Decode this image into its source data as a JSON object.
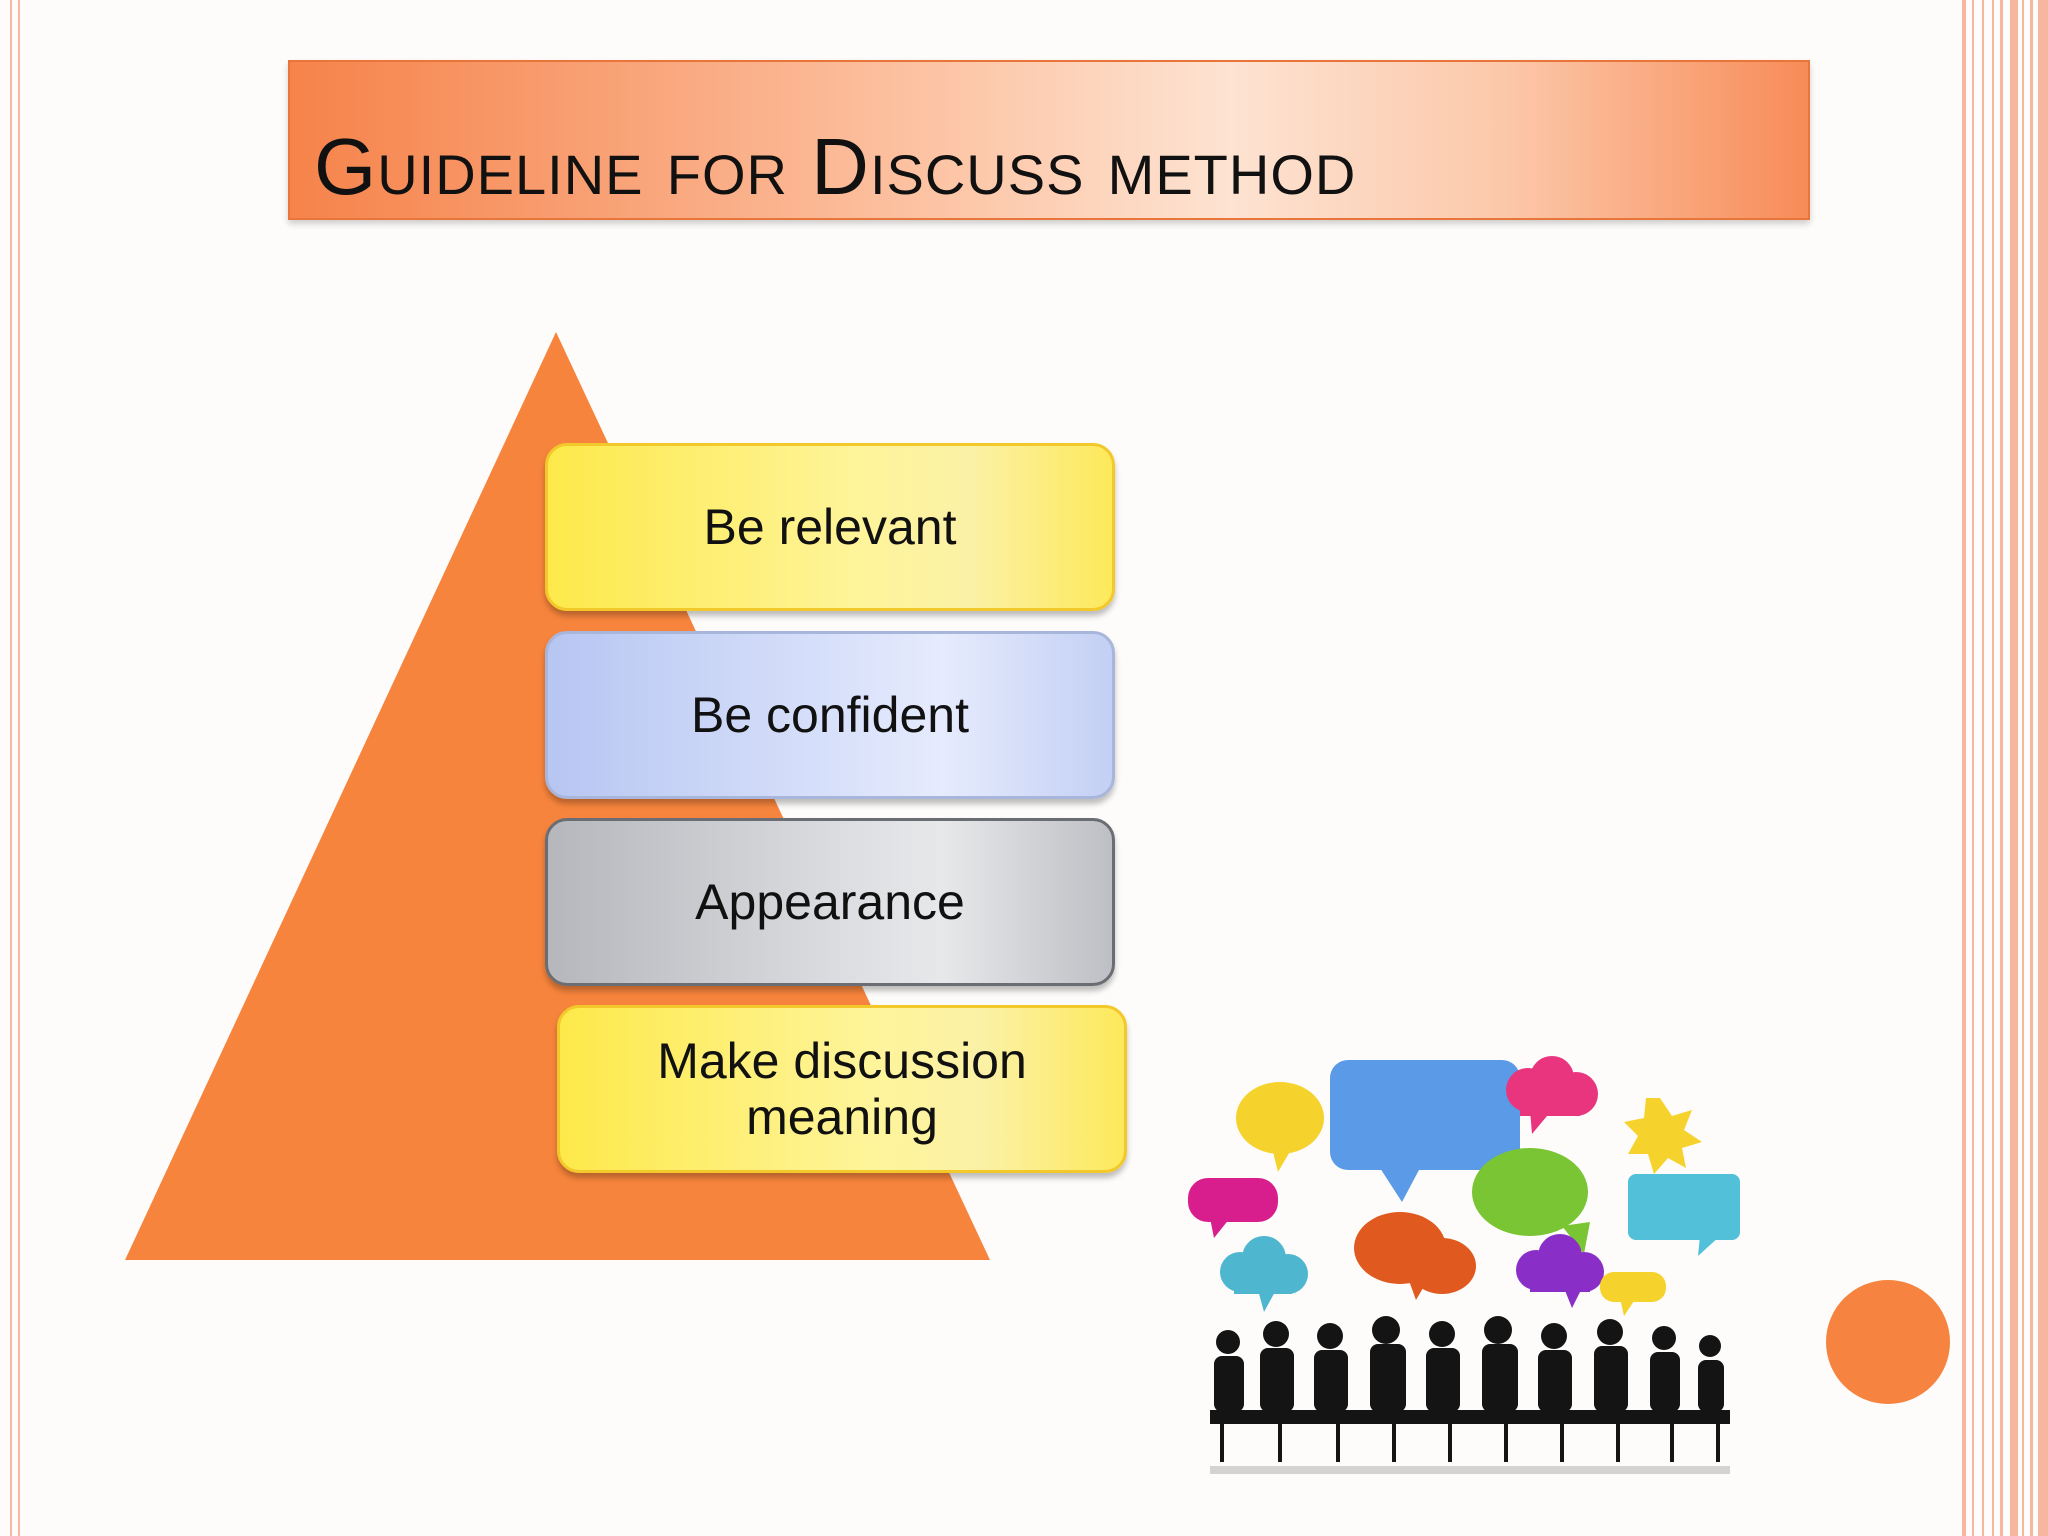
{
  "slide": {
    "title": "Guideline for Discuss method"
  },
  "pyramid": {
    "items": [
      {
        "label": "Be relevant",
        "style": "yellow"
      },
      {
        "label": "Be confident",
        "style": "blue"
      },
      {
        "label": "Appearance",
        "style": "gray"
      },
      {
        "label": "Make discussion meaning",
        "style": "yellow"
      }
    ]
  },
  "colors": {
    "accent_orange": "#f6833f",
    "frame_line": "#f7b79f",
    "yellow_box": "#fde94a",
    "blue_box": "#c3cff4",
    "gray_box": "#bebfc4"
  },
  "clipart": {
    "icon": "meeting-speech-bubbles-icon"
  }
}
